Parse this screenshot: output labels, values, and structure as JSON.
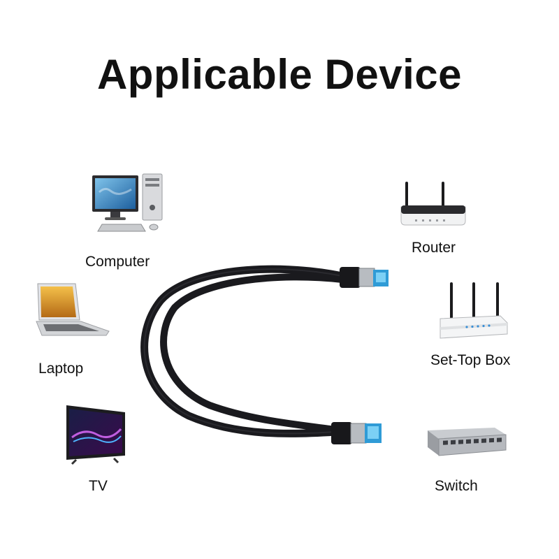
{
  "page": {
    "title": "Applicable Device"
  },
  "devices": [
    {
      "name": "computer",
      "label": "Computer",
      "icon": "computer-icon"
    },
    {
      "name": "laptop",
      "label": "Laptop",
      "icon": "laptop-icon"
    },
    {
      "name": "tv",
      "label": "TV",
      "icon": "tv-icon"
    },
    {
      "name": "router",
      "label": "Router",
      "icon": "router-icon"
    },
    {
      "name": "set-top-box",
      "label": "Set-Top Box",
      "icon": "set-top-box-icon"
    },
    {
      "name": "switch",
      "label": "Switch",
      "icon": "network-switch-icon"
    }
  ],
  "product": {
    "icon": "ethernet-cable-icon",
    "cable_color": "#1a1a1e",
    "connector_tip_color": "#2f9bd6"
  }
}
